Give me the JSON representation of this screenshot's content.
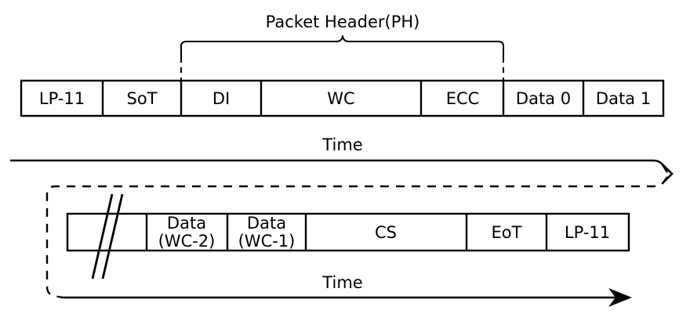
{
  "figure": {
    "title": "MIPI DSI packet structure timing diagram",
    "background_color": "#ffffff",
    "line_color": "#000000"
  },
  "annotations": {
    "packet_header_label": "Packet Header(PH)",
    "time_label_top": "Time",
    "time_label_bottom": "Time"
  },
  "rows": [
    {
      "name": "packet-start-row",
      "cells": [
        {
          "label": "LP-11"
        },
        {
          "label": "SoT"
        },
        {
          "label": "DI"
        },
        {
          "label": "WC"
        },
        {
          "label": "ECC"
        },
        {
          "label": "Data 0"
        },
        {
          "label": "Data 1"
        }
      ]
    },
    {
      "name": "packet-end-row",
      "cells": [
        {
          "label": ""
        },
        {
          "label_line1": "Data",
          "label_line2": "(WC-2)"
        },
        {
          "label_line1": "Data",
          "label_line2": "(WC-1)"
        },
        {
          "label": "CS"
        },
        {
          "label": "EoT"
        },
        {
          "label": "LP-11"
        }
      ]
    }
  ],
  "icons": {
    "break_symbol": "break-symbol-icon",
    "continuation_chevron": "continuation-chevron-icon",
    "arrow_head": "arrow-head-icon"
  }
}
